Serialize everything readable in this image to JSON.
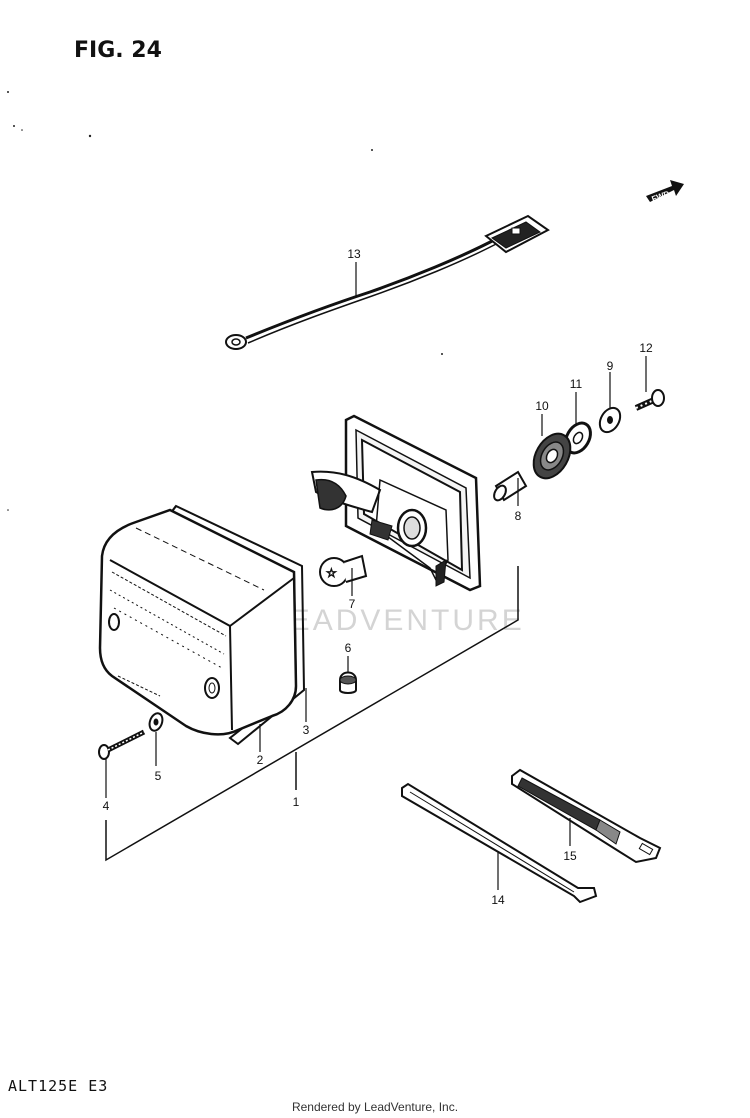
{
  "figure": {
    "title": "FIG. 24",
    "model_code": "ALT125E  E3",
    "credit": "Rendered by LeadVenture, Inc.",
    "watermark": "LEADVENTURE",
    "direction_arrow": "FWD"
  },
  "part_labels": [
    {
      "id": "1",
      "text": "1"
    },
    {
      "id": "2",
      "text": "2"
    },
    {
      "id": "3",
      "text": "3"
    },
    {
      "id": "4",
      "text": "4"
    },
    {
      "id": "5",
      "text": "5"
    },
    {
      "id": "6",
      "text": "6"
    },
    {
      "id": "7",
      "text": "7"
    },
    {
      "id": "8",
      "text": "8"
    },
    {
      "id": "9",
      "text": "9"
    },
    {
      "id": "10",
      "text": "10"
    },
    {
      "id": "11",
      "text": "11"
    },
    {
      "id": "12",
      "text": "12"
    },
    {
      "id": "13",
      "text": "13"
    },
    {
      "id": "14",
      "text": "14"
    },
    {
      "id": "15",
      "text": "15"
    }
  ]
}
